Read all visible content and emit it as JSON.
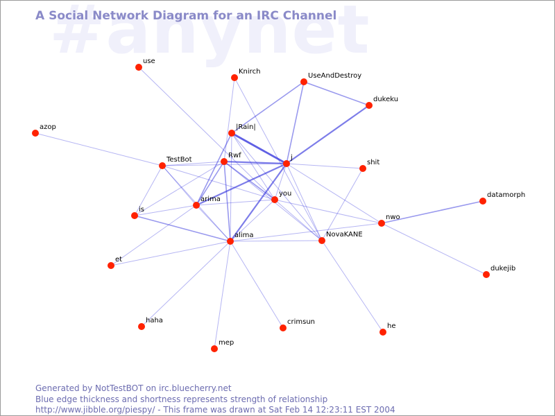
{
  "diagram": {
    "channel": "#anynet",
    "title": "A Social Network Diagram for an IRC Channel",
    "colors": {
      "node": "#ff2200",
      "edge": "#3333dd",
      "title": "#8a8ac8",
      "watermark": "#f0f0fb"
    },
    "nodes": [
      {
        "id": "use",
        "label": "use"
      },
      {
        "id": "knirch",
        "label": "Knirch"
      },
      {
        "id": "useanddestroy",
        "label": "UseAndDestroy"
      },
      {
        "id": "dukeku",
        "label": "dukeku"
      },
      {
        "id": "azop",
        "label": "azop"
      },
      {
        "id": "rain",
        "label": "|Rain|"
      },
      {
        "id": "testbot",
        "label": "TestBot"
      },
      {
        "id": "rwf",
        "label": "Rwf"
      },
      {
        "id": "j",
        "label": "j"
      },
      {
        "id": "shit",
        "label": "shit"
      },
      {
        "id": "datamorph",
        "label": "datamorph"
      },
      {
        "id": "you",
        "label": "you"
      },
      {
        "id": "arima",
        "label": "arima"
      },
      {
        "id": "is",
        "label": "is"
      },
      {
        "id": "nwo",
        "label": "nwo"
      },
      {
        "id": "alima",
        "label": "alima"
      },
      {
        "id": "novakane",
        "label": "NovaKANE"
      },
      {
        "id": "et",
        "label": "et"
      },
      {
        "id": "dukejib",
        "label": "dukejib"
      },
      {
        "id": "haha",
        "label": "haha"
      },
      {
        "id": "crimsun",
        "label": "crimsun"
      },
      {
        "id": "he",
        "label": "he"
      },
      {
        "id": "mep",
        "label": "mep"
      }
    ],
    "edges": [
      {
        "from": "use",
        "to": "you",
        "strength": 1
      },
      {
        "from": "knirch",
        "to": "rwf",
        "strength": 1
      },
      {
        "from": "knirch",
        "to": "novakane",
        "strength": 1
      },
      {
        "from": "useanddestroy",
        "to": "dukeku",
        "strength": 2
      },
      {
        "from": "useanddestroy",
        "to": "rain",
        "strength": 2
      },
      {
        "from": "useanddestroy",
        "to": "j",
        "strength": 2
      },
      {
        "from": "dukeku",
        "to": "j",
        "strength": 3
      },
      {
        "from": "azop",
        "to": "testbot",
        "strength": 1
      },
      {
        "from": "rain",
        "to": "j",
        "strength": 4
      },
      {
        "from": "rain",
        "to": "arima",
        "strength": 2
      },
      {
        "from": "rain",
        "to": "alima",
        "strength": 1
      },
      {
        "from": "rain",
        "to": "you",
        "strength": 1
      },
      {
        "from": "rain",
        "to": "novakane",
        "strength": 1
      },
      {
        "from": "testbot",
        "to": "rwf",
        "strength": 1
      },
      {
        "from": "testbot",
        "to": "j",
        "strength": 1
      },
      {
        "from": "testbot",
        "to": "you",
        "strength": 1
      },
      {
        "from": "testbot",
        "to": "alima",
        "strength": 1
      },
      {
        "from": "testbot",
        "to": "is",
        "strength": 1
      },
      {
        "from": "testbot",
        "to": "arima",
        "strength": 1
      },
      {
        "from": "rwf",
        "to": "j",
        "strength": 3
      },
      {
        "from": "rwf",
        "to": "arima",
        "strength": 2
      },
      {
        "from": "rwf",
        "to": "alima",
        "strength": 2
      },
      {
        "from": "rwf",
        "to": "you",
        "strength": 2
      },
      {
        "from": "rwf",
        "to": "is",
        "strength": 1
      },
      {
        "from": "rwf",
        "to": "novakane",
        "strength": 1
      },
      {
        "from": "j",
        "to": "arima",
        "strength": 3
      },
      {
        "from": "j",
        "to": "alima",
        "strength": 3
      },
      {
        "from": "j",
        "to": "you",
        "strength": 1
      },
      {
        "from": "j",
        "to": "shit",
        "strength": 1
      },
      {
        "from": "j",
        "to": "novakane",
        "strength": 1
      },
      {
        "from": "j",
        "to": "nwo",
        "strength": 1
      },
      {
        "from": "you",
        "to": "nwo",
        "strength": 1
      },
      {
        "from": "you",
        "to": "novakane",
        "strength": 1
      },
      {
        "from": "you",
        "to": "arima",
        "strength": 1
      },
      {
        "from": "you",
        "to": "alima",
        "strength": 1
      },
      {
        "from": "arima",
        "to": "alima",
        "strength": 1
      },
      {
        "from": "arima",
        "to": "is",
        "strength": 1
      },
      {
        "from": "arima",
        "to": "et",
        "strength": 1
      },
      {
        "from": "is",
        "to": "alima",
        "strength": 2
      },
      {
        "from": "alima",
        "to": "novakane",
        "strength": 1
      },
      {
        "from": "alima",
        "to": "nwo",
        "strength": 1
      },
      {
        "from": "alima",
        "to": "et",
        "strength": 1
      },
      {
        "from": "alima",
        "to": "haha",
        "strength": 1
      },
      {
        "from": "alima",
        "to": "crimsun",
        "strength": 1
      },
      {
        "from": "alima",
        "to": "mep",
        "strength": 1
      },
      {
        "from": "nwo",
        "to": "datamorph",
        "strength": 2
      },
      {
        "from": "nwo",
        "to": "dukejib",
        "strength": 1
      },
      {
        "from": "shit",
        "to": "novakane",
        "strength": 1
      },
      {
        "from": "novakane",
        "to": "he",
        "strength": 1
      }
    ]
  },
  "footer": {
    "line1": "Generated by NotTestBOT on irc.bluecherry.net",
    "line2": "Blue edge thickness and shortness represents strength of relationship",
    "line3": "http://www.jibble.org/piespy/ - This frame was drawn at Sat Feb 14 12:23:11 EST 2004"
  }
}
